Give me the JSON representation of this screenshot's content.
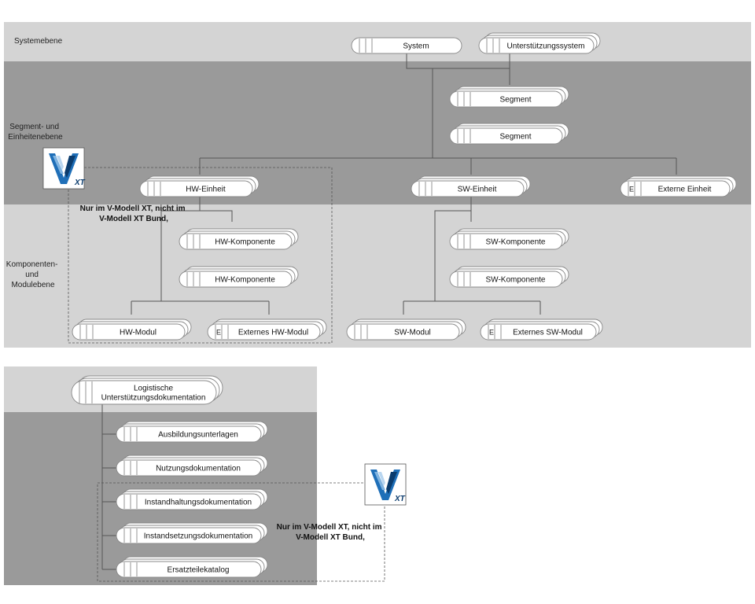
{
  "diagram_top": {
    "levels": {
      "system": "Systemebene",
      "segment": [
        "Segment- und",
        "Einheitenebene"
      ],
      "component": [
        "Komponenten-",
        "und",
        "Modulebene"
      ]
    },
    "nodes": {
      "system": "System",
      "support_system": "Unterstützungssystem",
      "segment_1": "Segment",
      "segment_2": "Segment",
      "hw_unit": "HW-Einheit",
      "sw_unit": "SW-Einheit",
      "external_unit": "Externe Einheit",
      "hw_component_1": "HW-Komponente",
      "hw_component_2": "HW-Komponente",
      "sw_component_1": "SW-Komponente",
      "sw_component_2": "SW-Komponente",
      "hw_module": "HW-Modul",
      "external_hw_module": "Externes HW-Modul",
      "sw_module": "SW-Modul",
      "external_sw_module": "Externes SW-Modul"
    },
    "external_marker": "E",
    "note": [
      "Nur im V-Modell XT, nicht im",
      "V-Modell XT Bund,"
    ],
    "logo_text": "XT"
  },
  "diagram_bottom": {
    "nodes": {
      "logistics_doc": [
        "Logistische",
        "Unterstützungsdokumentation"
      ],
      "training": "Ausbildungsunterlagen",
      "usage": "Nutzungsdokumentation",
      "maintenance": "Instandhaltungsdokumentation",
      "repair": "Instandsetzungsdokumentation",
      "spare_parts": "Ersatzteilekatalog"
    },
    "note": [
      "Nur im V-Modell XT, nicht im",
      "V-Modell XT Bund,"
    ],
    "logo_text": "XT"
  },
  "colors": {
    "band_light": "#d4d4d4",
    "band_dark": "#9a9a9a",
    "node_fill": "#ffffff",
    "node_stroke": "#888888",
    "line": "#555555",
    "logo_blue": "#1f6fb8",
    "logo_dark": "#0b3c6e"
  }
}
